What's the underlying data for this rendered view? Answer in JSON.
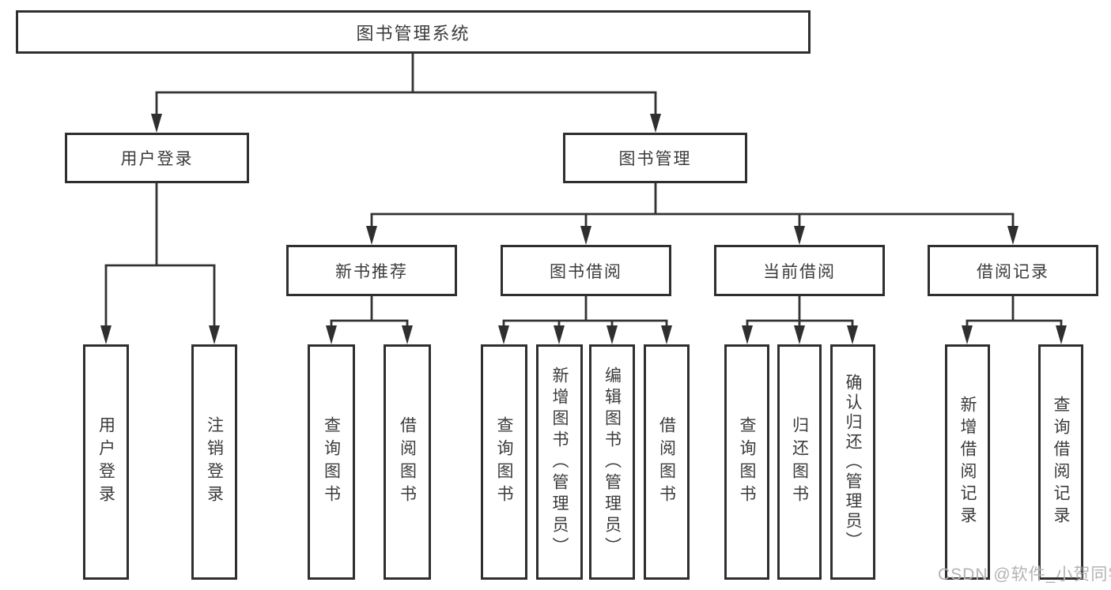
{
  "diagram": {
    "type": "hierarchy-diagram",
    "colors": {
      "line": "#333333",
      "box_border": "#2f2f2f",
      "text": "#3b3b3b",
      "background": "#ffffff",
      "watermark": "#b3b3b3"
    },
    "tree": {
      "label": "图书管理系统",
      "children": [
        {
          "label": "用户登录",
          "children": [
            {
              "label": "用户登录"
            },
            {
              "label": "注销登录"
            }
          ]
        },
        {
          "label": "图书管理",
          "children": [
            {
              "label": "新书推荐",
              "children": [
                {
                  "label": "查询图书"
                },
                {
                  "label": "借阅图书"
                }
              ]
            },
            {
              "label": "图书借阅",
              "children": [
                {
                  "label": "查询图书"
                },
                {
                  "label": "新增图书（管理员）"
                },
                {
                  "label": "编辑图书（管理员）"
                },
                {
                  "label": "借阅图书"
                }
              ]
            },
            {
              "label": "当前借阅",
              "children": [
                {
                  "label": "查询图书"
                },
                {
                  "label": "归还图书"
                },
                {
                  "label": "确认归还（管理员）"
                }
              ]
            },
            {
              "label": "借阅记录",
              "children": [
                {
                  "label": "新增借阅记录"
                },
                {
                  "label": "查询借阅记录"
                }
              ]
            }
          ]
        }
      ]
    },
    "watermark": "CSDN @软件_小贺同学"
  }
}
